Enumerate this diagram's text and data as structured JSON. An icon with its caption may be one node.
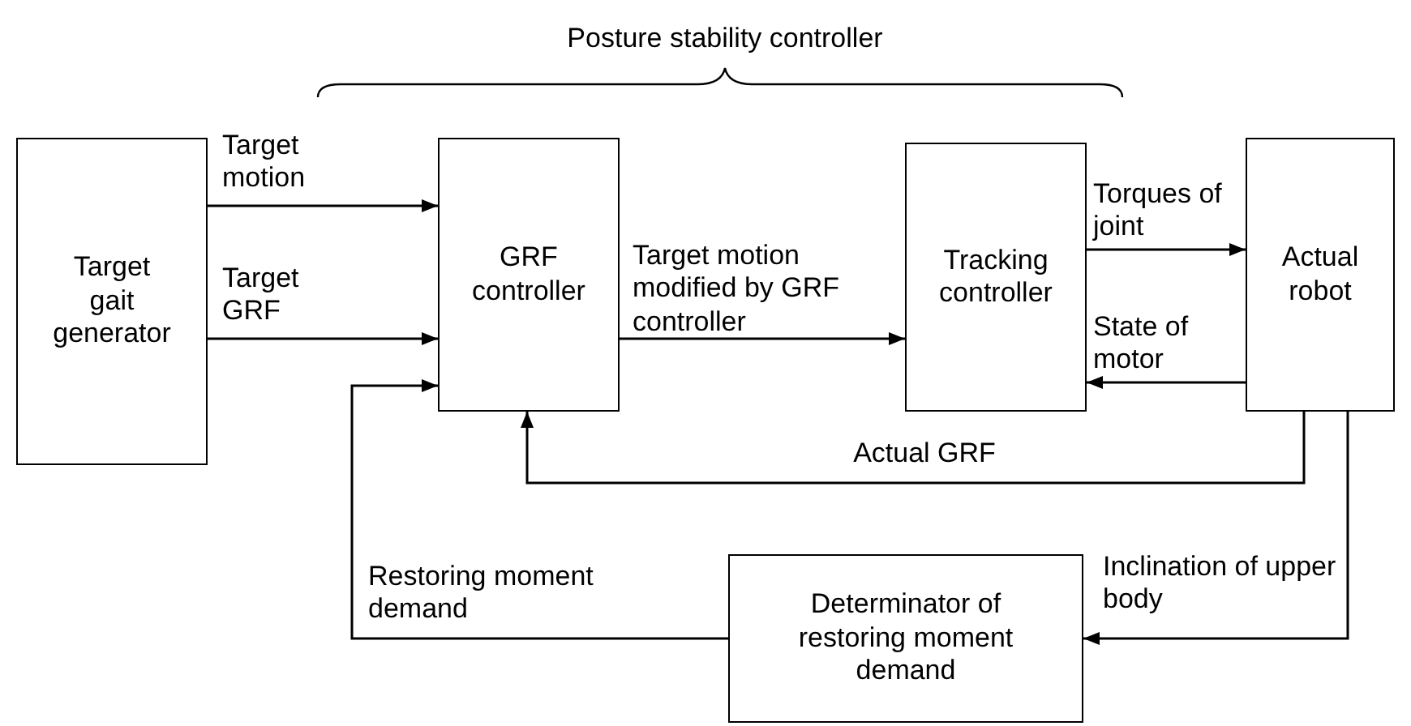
{
  "diagram": {
    "nodes": [
      {
        "text": [
          "Target gait generator"
        ]
      },
      {
        "text": [
          "GRF controller"
        ]
      },
      {
        "text": [
          "Tracking controller"
        ]
      },
      {
        "text": [
          "Actual robot"
        ]
      },
      {
        "text": [
          "Determinator of restoring moment demand"
        ]
      }
    ],
    "edges": [
      {
        "from": 0,
        "to": 1,
        "arrow": "to",
        "label": "Target motion"
      },
      {
        "from": 0,
        "to": 1,
        "arrow": "to",
        "label": "Target GRF"
      },
      {
        "from": 1,
        "to": 2,
        "arrow": "to",
        "label": "Target motion modified by GRF controller"
      },
      {
        "from": 2,
        "to": 3,
        "arrow": "to",
        "label": "Torques of joint"
      },
      {
        "from": 3,
        "to": 2,
        "arrow": "to",
        "label": "State of motor"
      },
      {
        "from": 3,
        "to": 1,
        "arrow": "to",
        "label": "Actual GRF"
      },
      {
        "from": 3,
        "to": 4,
        "arrow": "to",
        "label": "Inclination of upper body"
      },
      {
        "from": 4,
        "to": 1,
        "arrow": "to",
        "label": "Restoring moment demand"
      }
    ],
    "labels": [
      "Posture stability controller"
    ]
  }
}
